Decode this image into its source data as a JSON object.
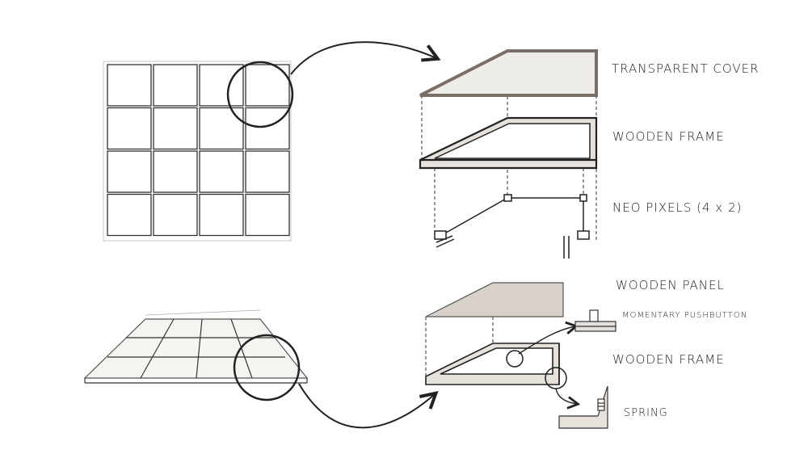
{
  "labels": {
    "transparent_cover": "TRANSPARENT COVER",
    "wooden_frame_top": "WOODEN FRAME",
    "neo_pixels": "NEO PIXELS (4 x 2)",
    "wooden_panel": "WOODEN PANEL",
    "momentary_pushbutton": "MOMENTARY PUSHBUTTON",
    "wooden_frame_bottom": "WOODEN FRAME",
    "spring": "SPRING"
  },
  "colors": {
    "ink": "#222222",
    "cover_fill": "#eeece8",
    "cover_stroke": "#7a6f66",
    "panel_fill": "#d8d1c9",
    "wood_fill": "#e6e1da"
  }
}
